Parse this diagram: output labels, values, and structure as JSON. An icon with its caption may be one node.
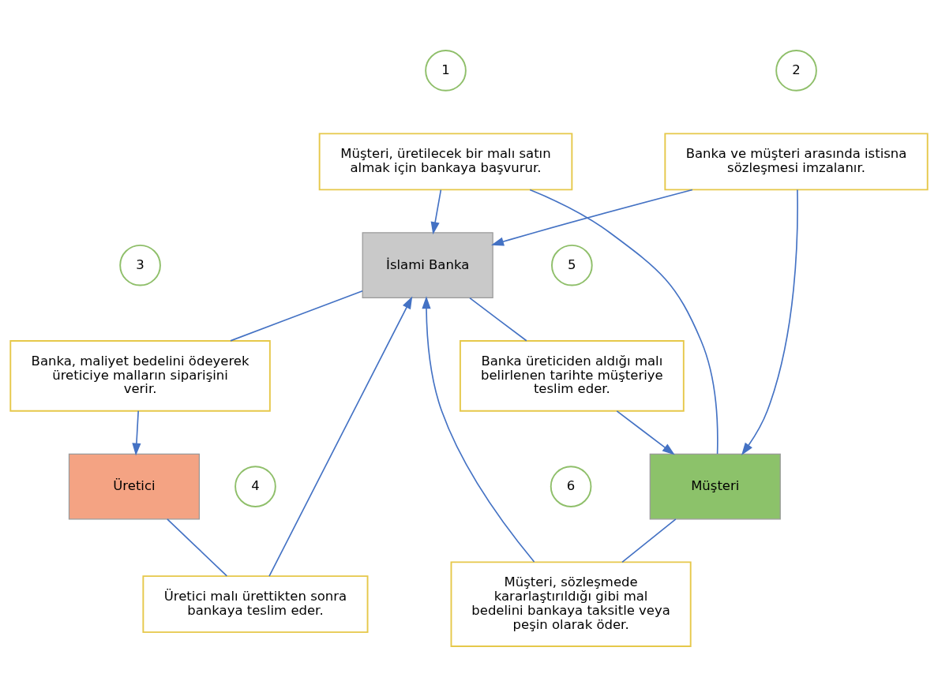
{
  "diagram": {
    "nodes": [
      {
        "text": [
          "1"
        ]
      },
      {
        "text": [
          "Müşteri, üretilecek bir malı satın almak için bankaya başvurur."
        ]
      },
      {
        "text": [
          "3"
        ]
      },
      {
        "text": [
          "Banka, maliyet bedelini ödeyerek üreticiye malların siparişini verir."
        ]
      },
      {
        "text": [
          "2"
        ]
      },
      {
        "text": [
          "Banka ve müşteri arasında istisna sözleşmesi imzalanır."
        ]
      },
      {
        "text": [
          "5"
        ]
      },
      {
        "text": [
          "Banka üreticiden aldığı malı belirlenen tarihte müşteriye teslim eder."
        ]
      },
      {
        "text": [
          "Müşteri"
        ]
      },
      {
        "text": [
          "İslami Banka"
        ]
      },
      {
        "text": [
          "Üretici"
        ]
      },
      {
        "text": [
          "6"
        ]
      },
      {
        "text": [
          "Müşteri, sözleşmede kararlaştırıldığı gibi mal bedelini bankaya taksitle veya peşin olarak öder."
        ]
      },
      {
        "text": [
          "4"
        ]
      },
      {
        "text": [
          "Üretici malı ürettikten sonra bankaya teslim eder."
        ]
      }
    ],
    "edges": [
      {
        "from": 8,
        "to": 1,
        "arrow": "none"
      },
      {
        "from": 1,
        "to": 9,
        "arrow": "to"
      },
      {
        "from": 9,
        "to": 3,
        "arrow": "none"
      },
      {
        "from": 3,
        "to": 10,
        "arrow": "to"
      },
      {
        "from": 5,
        "to": 8,
        "arrow": "to"
      },
      {
        "from": 5,
        "to": 9,
        "arrow": "to"
      },
      {
        "from": 9,
        "to": 7,
        "arrow": "none"
      },
      {
        "from": 7,
        "to": 8,
        "arrow": "to"
      },
      {
        "from": 8,
        "to": 12,
        "arrow": "none"
      },
      {
        "from": 12,
        "to": 9,
        "arrow": "to"
      },
      {
        "from": 10,
        "to": 14,
        "arrow": "none"
      },
      {
        "from": 14,
        "to": 9,
        "arrow": "to"
      }
    ]
  }
}
